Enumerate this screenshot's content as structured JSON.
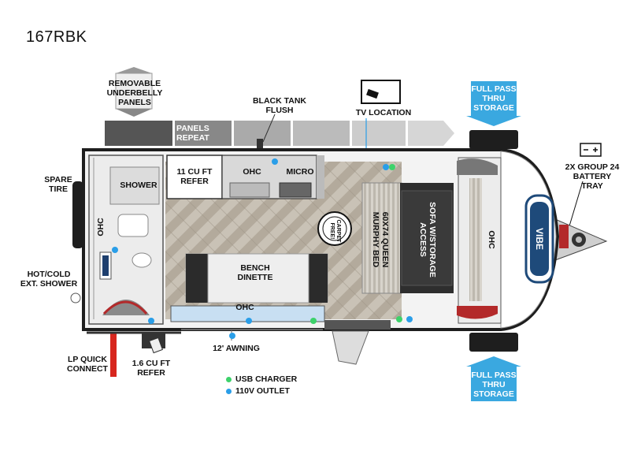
{
  "model": "167RBK",
  "labels": {
    "removable_panels": "REMOVABLE\nUNDERBELLY\nPANELS",
    "panels_repeat": "PANELS\nREPEAT",
    "black_tank_flush": "BLACK TANK\nFLUSH",
    "tv_location": "TV LOCATION",
    "full_pass_top": "FULL PASS\nTHRU\nSTORAGE",
    "full_pass_bottom": "FULL PASS\nTHRU\nSTORAGE",
    "battery_tray": "2X GROUP 24\nBATTERY\nTRAY",
    "spare_tire": "SPARE\nTIRE",
    "hot_cold_shower": "HOT/COLD\nEXT. SHOWER",
    "lp_quick_connect": "LP QUICK\nCONNECT",
    "refer_small": "1.6 CU FT\nREFER",
    "awning": "12' AWNING",
    "shower": "SHOWER",
    "ohc_bath": "OHC",
    "refer_11": "11 CU FT\nREFER",
    "ohc_kitchen": "OHC",
    "micro": "MICRO",
    "bench_dinette": "BENCH\nDINETTE",
    "ohc_dinette": "OHC",
    "murphy_bed": "60X74 QUEEN\nMURPHY BED",
    "sofa": "SOFA W/STORAGE\nACCESS",
    "ohc_front": "OHC",
    "carpet_free": "CARPET FREE!",
    "brand": "VIBE"
  },
  "legend": [
    {
      "label": "USB CHARGER",
      "color": "#3dd26b"
    },
    {
      "label": "110V OUTLET",
      "color": "#2a9ee8"
    }
  ],
  "colors": {
    "accent_blue": "#3aa8e0",
    "usb_green": "#3dd26b",
    "outlet_blue": "#2a9ee8",
    "lp_red": "#d7261e"
  }
}
